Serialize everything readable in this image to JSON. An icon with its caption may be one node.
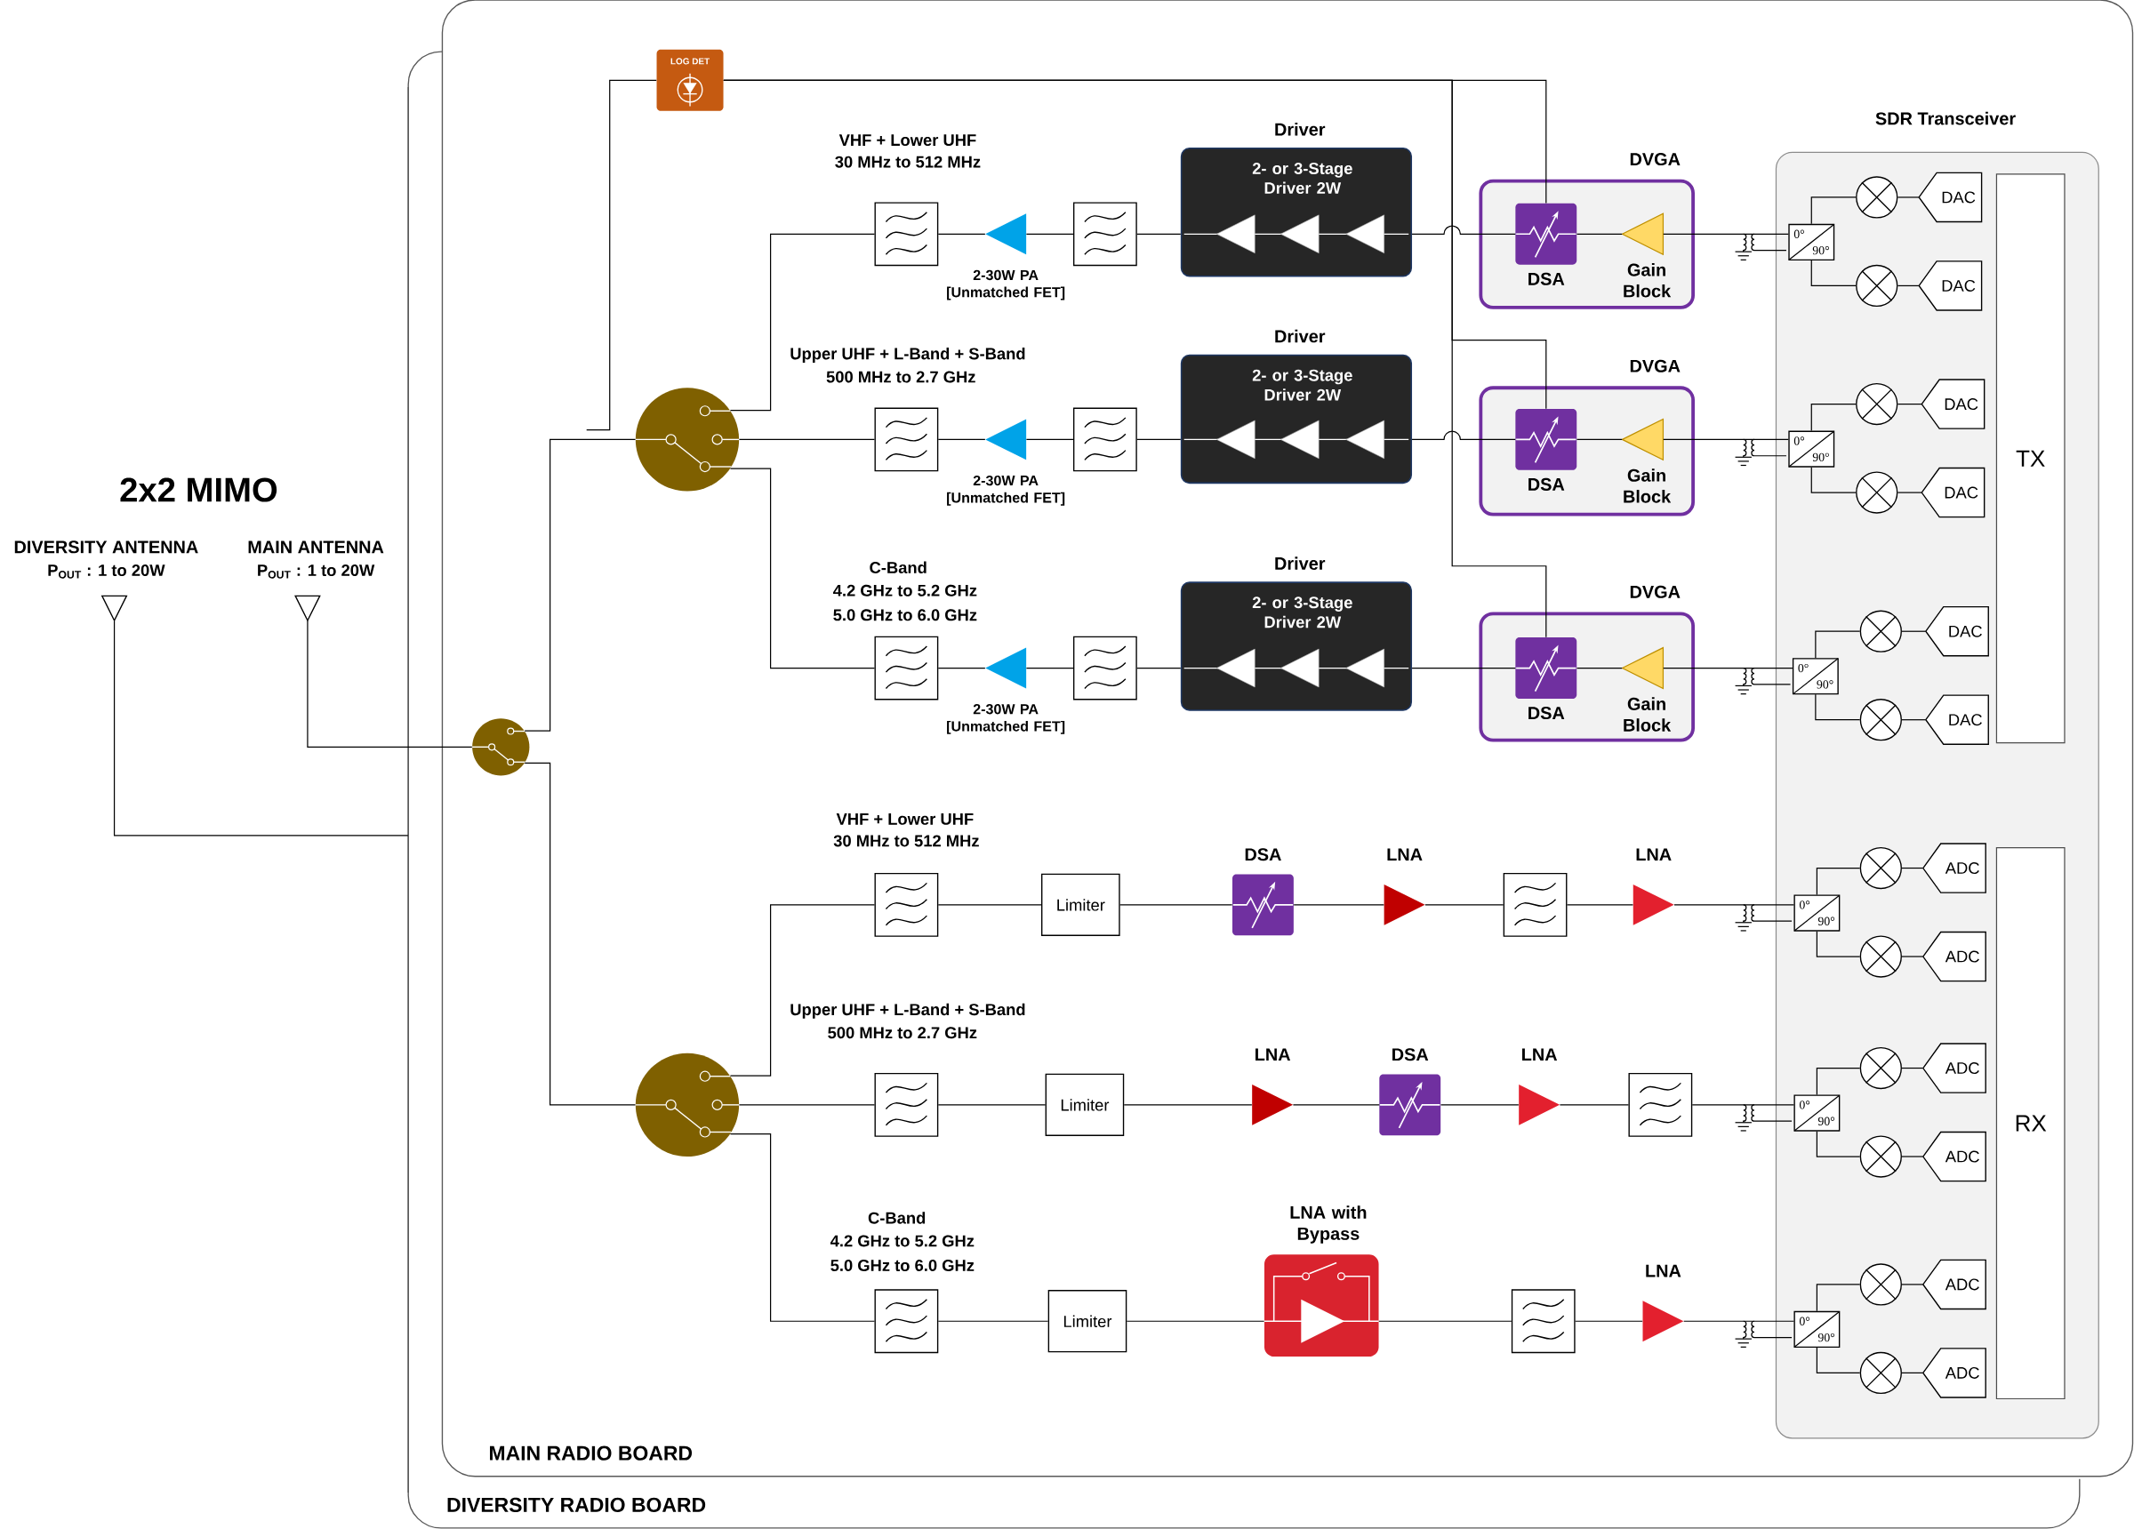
{
  "diagram": {
    "title": "2x2 MIMO",
    "nodes": [
      {
        "text": [],
        "shape": "box"
      },
      {
        "text": [
          "MAIN RADIO BOARD"
        ]
      },
      {
        "text": [
          "DIVERSITY ANTENNA",
          "P$_{OUT}$ : 1 to 20W"
        ]
      },
      {
        "text": [
          "MAIN ANTENNA",
          "P$_{OUT}$ : 1 to 20W"
        ]
      },
      {
        "text": [],
        "shape": "circle",
        "in": 1
      },
      {
        "text": [],
        "shape": "circle",
        "in": 1
      },
      {
        "text": [],
        "shape": "circle",
        "in": 1
      },
      {
        "text": [
          "LOG DET"
        ],
        "in": 1
      },
      {
        "text": [
          "SDR Transceiver"
        ],
        "in": 1
      },
      {
        "text": [
          "TX"
        ],
        "in": 8
      },
      {
        "text": [
          "RX"
        ],
        "in": 8
      },
      {
        "text": [],
        "shape": "box",
        "in": 1
      },
      {
        "text": [],
        "shape": "triangle",
        "beside": [
          "2-30W PA [Unmatched FET]"
        ],
        "in": 1
      },
      {
        "text": [],
        "shape": "box",
        "in": 1
      },
      {
        "text": [
          "Driver",
          "2- or 3-Stage Driver 2W"
        ],
        "in": 1
      },
      {
        "text": [
          "DVGA"
        ],
        "in": 1
      },
      {
        "text": [
          "DSA"
        ],
        "in": 15
      },
      {
        "text": [
          "Gain Block"
        ],
        "in": 15
      },
      {
        "text": [
          "0°",
          "90°"
        ],
        "in": 8
      },
      {
        "text": [],
        "shape": "circle",
        "in": 8
      },
      {
        "text": [],
        "shape": "circle",
        "in": 8
      },
      {
        "text": [
          "DAC"
        ],
        "in": 8
      },
      {
        "text": [
          "DAC"
        ],
        "in": 8
      },
      {
        "text": [],
        "shape": "box",
        "in": 1
      },
      {
        "text": [],
        "shape": "triangle",
        "beside": [
          "2-30W PA [Unmatched FET]"
        ],
        "in": 1
      },
      {
        "text": [],
        "shape": "box",
        "in": 1
      },
      {
        "text": [
          "Driver",
          "2- or 3-Stage Driver 2W"
        ],
        "in": 1
      },
      {
        "text": [
          "DVGA"
        ],
        "in": 1
      },
      {
        "text": [
          "DSA"
        ],
        "in": 27
      },
      {
        "text": [
          "Gain Block"
        ],
        "in": 27
      },
      {
        "text": [
          "0°",
          "90°"
        ],
        "in": 8
      },
      {
        "text": [],
        "shape": "circle",
        "in": 8
      },
      {
        "text": [],
        "shape": "circle",
        "in": 8
      },
      {
        "text": [
          "DAC"
        ],
        "in": 8
      },
      {
        "text": [
          "DAC"
        ],
        "in": 8
      },
      {
        "text": [],
        "shape": "box",
        "in": 1
      },
      {
        "text": [],
        "shape": "triangle",
        "beside": [
          "2-30W PA [Unmatched FET]"
        ],
        "in": 1
      },
      {
        "text": [],
        "shape": "box",
        "in": 1
      },
      {
        "text": [
          "Driver",
          "2- or 3-Stage Driver 2W"
        ],
        "in": 1
      },
      {
        "text": [
          "DVGA"
        ],
        "in": 1
      },
      {
        "text": [
          "DSA"
        ],
        "in": 39
      },
      {
        "text": [
          "Gain Block"
        ],
        "in": 39
      },
      {
        "text": [
          "0°",
          "90°"
        ],
        "in": 8
      },
      {
        "text": [],
        "shape": "circle",
        "in": 8
      },
      {
        "text": [],
        "shape": "circle",
        "in": 8
      },
      {
        "text": [
          "DAC"
        ],
        "in": 8
      },
      {
        "text": [
          "DAC"
        ],
        "in": 8
      },
      {
        "text": [],
        "shape": "box",
        "in": 1
      },
      {
        "text": [
          "Limiter"
        ],
        "in": 1
      },
      {
        "text": [
          "DSA"
        ],
        "in": 1
      },
      {
        "text": [
          "LNA"
        ],
        "in": 1
      },
      {
        "text": [],
        "shape": "box",
        "in": 1
      },
      {
        "text": [
          "LNA"
        ],
        "in": 1
      },
      {
        "text": [
          "0°",
          "90°"
        ],
        "in": 8
      },
      {
        "text": [],
        "shape": "circle",
        "in": 8
      },
      {
        "text": [],
        "shape": "circle",
        "in": 8
      },
      {
        "text": [
          "ADC"
        ],
        "in": 8
      },
      {
        "text": [
          "ADC"
        ],
        "in": 8
      },
      {
        "text": [],
        "shape": "box",
        "in": 1
      },
      {
        "text": [
          "Limiter"
        ],
        "in": 1
      },
      {
        "text": [
          "LNA"
        ],
        "in": 1
      },
      {
        "text": [
          "DSA"
        ],
        "in": 1
      },
      {
        "text": [
          "LNA"
        ],
        "in": 1
      },
      {
        "text": [],
        "shape": "box",
        "in": 1
      },
      {
        "text": [
          "0°",
          "90°"
        ],
        "in": 8
      },
      {
        "text": [],
        "shape": "circle",
        "in": 8
      },
      {
        "text": [],
        "shape": "circle",
        "in": 8
      },
      {
        "text": [
          "ADC"
        ],
        "in": 8
      },
      {
        "text": [
          "ADC"
        ],
        "in": 8
      },
      {
        "text": [],
        "shape": "box",
        "in": 1
      },
      {
        "text": [
          "Limiter"
        ],
        "in": 1
      },
      {
        "text": [
          "LNA with Bypass"
        ],
        "in": 1
      },
      {
        "text": [],
        "shape": "box",
        "in": 1
      },
      {
        "text": [
          "LNA"
        ],
        "in": 1
      },
      {
        "text": [
          "0°",
          "90°"
        ],
        "in": 8
      },
      {
        "text": [],
        "shape": "circle",
        "in": 8
      },
      {
        "text": [],
        "shape": "circle",
        "in": 8
      },
      {
        "text": [
          "ADC"
        ],
        "in": 8
      },
      {
        "text": [
          "ADC"
        ],
        "in": 8
      }
    ],
    "edges": [
      {
        "from": 2,
        "to": 0,
        "arrow": "none"
      },
      {
        "from": 3,
        "to": 4,
        "arrow": "none"
      },
      {
        "from": 4,
        "to": 5,
        "arrow": "none"
      },
      {
        "from": 4,
        "to": 6,
        "arrow": "none"
      },
      {
        "from": 7,
        "to": null,
        "arrow": "none"
      },
      {
        "from": 7,
        "to": 16,
        "arrow": "none"
      },
      {
        "from": 7,
        "to": 28,
        "arrow": "none"
      },
      {
        "from": 7,
        "to": 40,
        "arrow": "none"
      },
      {
        "from": 5,
        "to": 11,
        "arrow": "none"
      },
      {
        "from": 11,
        "to": 12,
        "arrow": "none"
      },
      {
        "from": 12,
        "to": 13,
        "arrow": "none"
      },
      {
        "from": 13,
        "to": 14,
        "arrow": "none"
      },
      {
        "from": 14,
        "to": 16,
        "arrow": "none"
      },
      {
        "from": 16,
        "to": 17,
        "arrow": "none"
      },
      {
        "from": 17,
        "to": 18,
        "arrow": "none"
      },
      {
        "from": 18,
        "to": 19,
        "arrow": "none"
      },
      {
        "from": 18,
        "to": 20,
        "arrow": "none"
      },
      {
        "from": 19,
        "to": 21,
        "arrow": "none"
      },
      {
        "from": 20,
        "to": 22,
        "arrow": "none"
      },
      {
        "from": 5,
        "to": 23,
        "arrow": "none"
      },
      {
        "from": 23,
        "to": 24,
        "arrow": "none"
      },
      {
        "from": 24,
        "to": 25,
        "arrow": "none"
      },
      {
        "from": 25,
        "to": 26,
        "arrow": "none"
      },
      {
        "from": 26,
        "to": 28,
        "arrow": "none"
      },
      {
        "from": 28,
        "to": 29,
        "arrow": "none"
      },
      {
        "from": 29,
        "to": 30,
        "arrow": "none"
      },
      {
        "from": 30,
        "to": 31,
        "arrow": "none"
      },
      {
        "from": 30,
        "to": 32,
        "arrow": "none"
      },
      {
        "from": 31,
        "to": 33,
        "arrow": "none"
      },
      {
        "from": 32,
        "to": 34,
        "arrow": "none"
      },
      {
        "from": 5,
        "to": 35,
        "arrow": "none"
      },
      {
        "from": 35,
        "to": 36,
        "arrow": "none"
      },
      {
        "from": 36,
        "to": 37,
        "arrow": "none"
      },
      {
        "from": 37,
        "to": 38,
        "arrow": "none"
      },
      {
        "from": 38,
        "to": 40,
        "arrow": "none"
      },
      {
        "from": 40,
        "to": 41,
        "arrow": "none"
      },
      {
        "from": 41,
        "to": 42,
        "arrow": "none"
      },
      {
        "from": 42,
        "to": 43,
        "arrow": "none"
      },
      {
        "from": 42,
        "to": 44,
        "arrow": "none"
      },
      {
        "from": 43,
        "to": 45,
        "arrow": "none"
      },
      {
        "from": 44,
        "to": 46,
        "arrow": "none"
      },
      {
        "from": 6,
        "to": 47,
        "arrow": "none"
      },
      {
        "from": 47,
        "to": 48,
        "arrow": "none"
      },
      {
        "from": 48,
        "to": 49,
        "arrow": "none"
      },
      {
        "from": 49,
        "to": 50,
        "arrow": "none"
      },
      {
        "from": 50,
        "to": 51,
        "arrow": "none"
      },
      {
        "from": 51,
        "to": 52,
        "arrow": "none"
      },
      {
        "from": 52,
        "to": 53,
        "arrow": "none"
      },
      {
        "from": 53,
        "to": 54,
        "arrow": "none"
      },
      {
        "from": 53,
        "to": 55,
        "arrow": "none"
      },
      {
        "from": 54,
        "to": 56,
        "arrow": "none"
      },
      {
        "from": 55,
        "to": 57,
        "arrow": "none"
      },
      {
        "from": 6,
        "to": 58,
        "arrow": "none"
      },
      {
        "from": 58,
        "to": 59,
        "arrow": "none"
      },
      {
        "from": 59,
        "to": 60,
        "arrow": "none"
      },
      {
        "from": 60,
        "to": 61,
        "arrow": "none"
      },
      {
        "from": 61,
        "to": 62,
        "arrow": "none"
      },
      {
        "from": 62,
        "to": 63,
        "arrow": "none"
      },
      {
        "from": 63,
        "to": 64,
        "arrow": "none"
      },
      {
        "from": 64,
        "to": 65,
        "arrow": "none"
      },
      {
        "from": 64,
        "to": 66,
        "arrow": "none"
      },
      {
        "from": 65,
        "to": 67,
        "arrow": "none"
      },
      {
        "from": 66,
        "to": 68,
        "arrow": "none"
      },
      {
        "from": 6,
        "to": 69,
        "arrow": "none"
      },
      {
        "from": 69,
        "to": 70,
        "arrow": "none"
      },
      {
        "from": 70,
        "to": 71,
        "arrow": "none"
      },
      {
        "from": 71,
        "to": 72,
        "arrow": "none"
      },
      {
        "from": 72,
        "to": 73,
        "arrow": "none"
      },
      {
        "from": 73,
        "to": 74,
        "arrow": "none"
      },
      {
        "from": 74,
        "to": 75,
        "arrow": "none"
      },
      {
        "from": 74,
        "to": 76,
        "arrow": "none"
      },
      {
        "from": 75,
        "to": 77,
        "arrow": "none"
      },
      {
        "from": 76,
        "to": 78,
        "arrow": "none"
      }
    ],
    "labels": [
      "VHF + Lower UHF",
      "30 MHz to 512 MHz",
      "Upper UHF + L-Band + S-Band",
      "500 MHz to 2.7 GHz",
      "C-Band",
      "4.2 GHz to 5.2 GHz",
      "5.0 GHz to 6.0 GHz",
      "VHF + Lower UHF",
      "30 MHz to 512 MHz",
      "Upper UHF + L-Band + S-Band",
      "500 MHz to 2.7 GHz",
      "C-Band",
      "4.2 GHz to 5.2 GHz",
      "5.0 GHz to 6.0 GHz",
      "DIVERSITY RADIO BOARD"
    ]
  }
}
